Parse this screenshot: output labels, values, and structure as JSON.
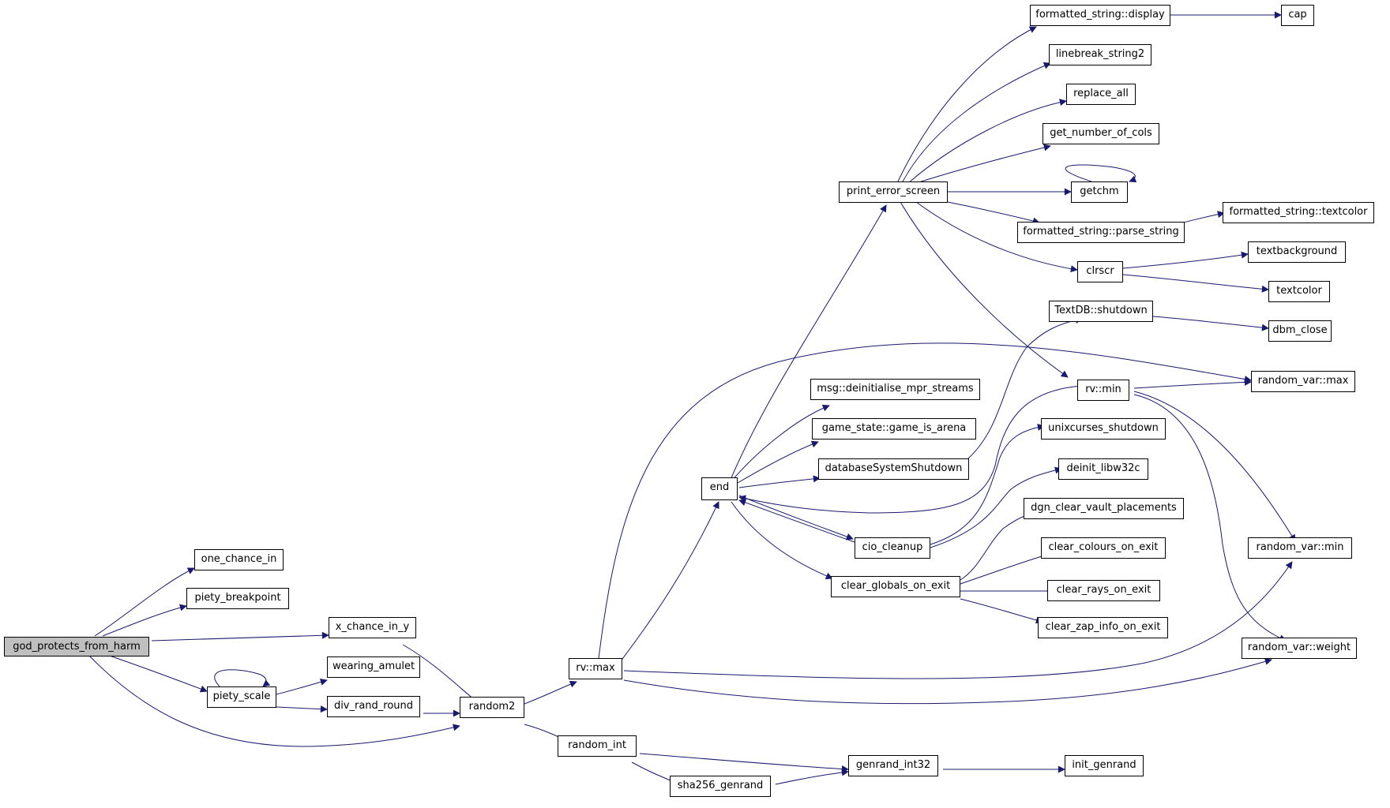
{
  "graph": {
    "edge_color": "#191970",
    "root_fill": "#bfbfbf",
    "nodes": {
      "god_protects_from_harm": "god_protects_from_harm",
      "one_chance_in": "one_chance_in",
      "piety_breakpoint": "piety_breakpoint",
      "x_chance_in_y": "x_chance_in_y",
      "piety_scale": "piety_scale",
      "wearing_amulet": "wearing_amulet",
      "div_rand_round": "div_rand_round",
      "random2": "random2",
      "rv_max": "rv::max",
      "random_int": "random_int",
      "sha256_genrand": "sha256_genrand",
      "genrand_int32": "genrand_int32",
      "init_genrand": "init_genrand",
      "end": "end",
      "print_error_screen": "print_error_screen",
      "msg_deinitialise": "msg::deinitialise_mpr_streams",
      "game_is_arena": "game_state::game_is_arena",
      "databaseSystemShutdown": "databaseSystemShutdown",
      "cio_cleanup": "cio_cleanup",
      "clear_globals_on_exit": "clear_globals_on_exit",
      "fs_display": "formatted_string::display",
      "cap": "cap",
      "linebreak_string2": "linebreak_string2",
      "replace_all": "replace_all",
      "get_number_of_cols": "get_number_of_cols",
      "getchm": "getchm",
      "fs_parse_string": "formatted_string::parse_string",
      "fs_textcolor": "formatted_string::textcolor",
      "clrscr": "clrscr",
      "textbackground": "textbackground",
      "textcolor": "textcolor",
      "textdb_shutdown": "TextDB::shutdown",
      "dbm_close": "dbm_close",
      "rv_min": "rv::min",
      "random_var_max": "random_var::max",
      "unixcurses_shutdown": "unixcurses_shutdown",
      "deinit_libw32c": "deinit_libw32c",
      "dgn_clear_vault_placements": "dgn_clear_vault_placements",
      "clear_colours_on_exit": "clear_colours_on_exit",
      "clear_rays_on_exit": "clear_rays_on_exit",
      "clear_zap_info_on_exit": "clear_zap_info_on_exit",
      "random_var_min": "random_var::min",
      "random_var_weight": "random_var::weight"
    }
  }
}
